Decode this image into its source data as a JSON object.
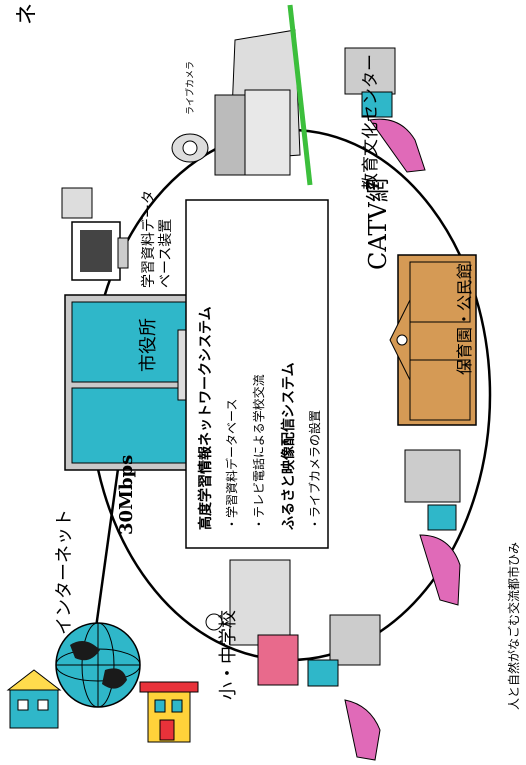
{
  "title": "ネット",
  "labels": {
    "internet": "インターネット",
    "bandwidth": "30Mbps",
    "city_hall": "市役所",
    "db_device": "学習資料データベース装置",
    "live_camera": "ライブカメラ",
    "culture_center": "教育文化センター",
    "catv": "CATV網",
    "kindergarten": "保育園・公民館",
    "school": "小・中学校",
    "footer": "人と自然がなごむ交流都市ひみ"
  },
  "systems": {
    "s1_title": "高度学習情報ネットワークシステム",
    "s1_item1": "・学習資料データベース",
    "s1_item2": "・テレビ電話による学校交流",
    "s2_title": "ふるさと映像配信システム",
    "s2_item1": "・ライブカメラの設置"
  },
  "colors": {
    "building_teal": "#2fb7c9",
    "building_brown": "#d59a55",
    "person_pink": "#e06ab8",
    "ground_green": "#3cbf3c"
  }
}
